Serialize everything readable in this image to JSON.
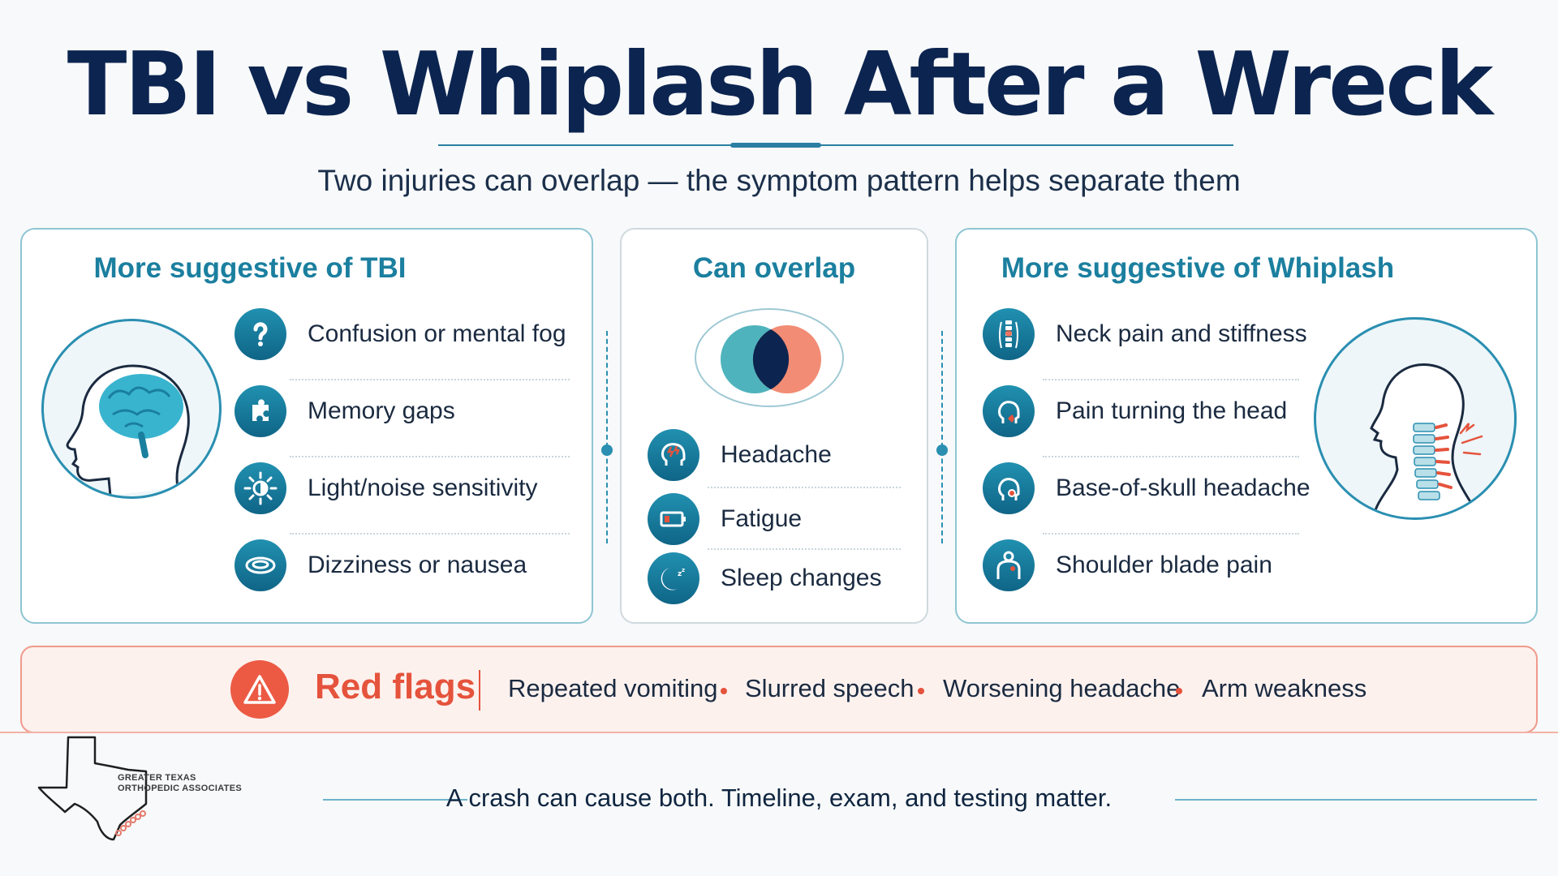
{
  "title": "TBI vs Whiplash After a Wreck",
  "subtitle": "Two injuries can overlap — the symptom pattern helps separate them",
  "tbi_panel": {
    "title": "More suggestive of TBI",
    "items": [
      {
        "label": "Confusion or mental fog",
        "icon": "question-icon"
      },
      {
        "label": "Memory gaps",
        "icon": "puzzle-icon"
      },
      {
        "label": "Light/noise sensitivity",
        "icon": "light-icon"
      },
      {
        "label": "Dizziness or nausea",
        "icon": "dizzy-icon"
      }
    ]
  },
  "overlap_panel": {
    "title": "Can overlap",
    "items": [
      {
        "label": "Headache",
        "icon": "headache-icon"
      },
      {
        "label": "Fatigue",
        "icon": "low-battery-icon"
      },
      {
        "label": "Sleep changes",
        "icon": "moon-sleep-icon"
      }
    ]
  },
  "whiplash_panel": {
    "title": "More suggestive of Whiplash",
    "items": [
      {
        "label": "Neck pain and stiffness",
        "icon": "spine-icon"
      },
      {
        "label": "Pain turning the head",
        "icon": "head-turn-icon"
      },
      {
        "label": "Base-of-skull headache",
        "icon": "skull-base-icon"
      },
      {
        "label": "Shoulder blade pain",
        "icon": "shoulder-icon"
      }
    ]
  },
  "red_flags": {
    "title": "Red flags",
    "items": [
      "Repeated vomiting",
      "Slurred speech",
      "Worsening headache",
      "Arm weakness"
    ]
  },
  "footer": "A crash can cause both. Timeline, exam, and testing matter.",
  "logo": {
    "line1": "GREATER TEXAS",
    "line2": "ORTHOPEDIC ASSOCIATES"
  },
  "colors": {
    "navy": "#0c2450",
    "teal": "#1b7f9f",
    "coral": "#e5533c",
    "venn_teal": "#4fb3bd",
    "venn_coral": "#f28c74"
  }
}
